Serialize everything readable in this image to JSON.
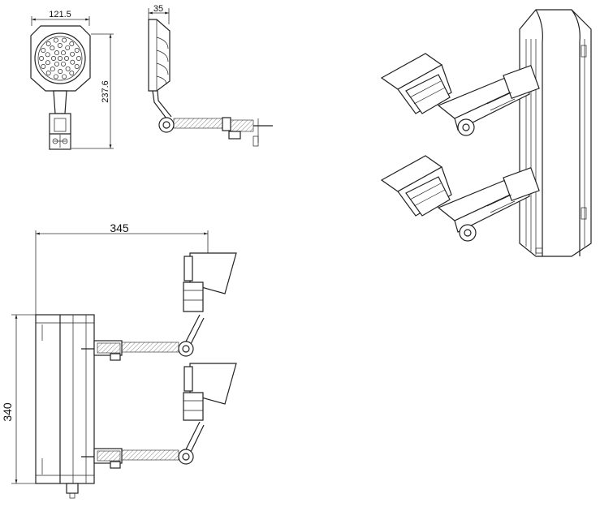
{
  "dimensions": {
    "front_width": "121.5",
    "front_height": "237.6",
    "side_depth": "35",
    "total_length": "345",
    "total_height": "340"
  },
  "colors": {
    "line": "#222222",
    "background": "#ffffff"
  }
}
